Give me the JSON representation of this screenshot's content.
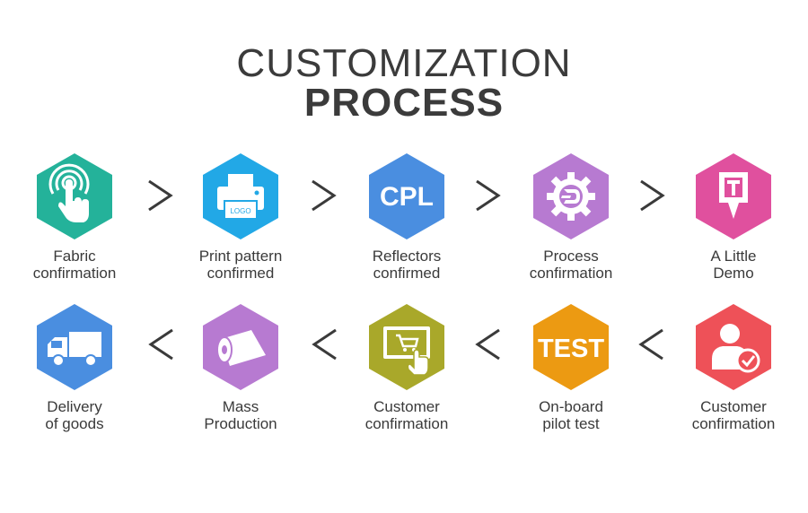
{
  "title": {
    "line1": "CUSTOMIZATION",
    "line2": "PROCESS"
  },
  "steps": [
    {
      "line1": "Fabric",
      "line2": "confirmation",
      "color": "#24b29a",
      "icon": "touch-icon"
    },
    {
      "line1": "Print pattern",
      "line2": "confirmed",
      "color": "#22a8e6",
      "icon": "printer-icon",
      "icon_text": "LOGO"
    },
    {
      "line1": "Reflectors",
      "line2": "confirmed",
      "color": "#4a8ee0",
      "icon": "cpl-text-icon",
      "icon_text": "CPL"
    },
    {
      "line1": "Process",
      "line2": "confirmation",
      "color": "#b77ad1",
      "icon": "gear-icon"
    },
    {
      "line1": "A Little",
      "line2": "Demo",
      "color": "#e0509e",
      "icon": "map-pin-icon"
    },
    {
      "line1": "Delivery",
      "line2": "of goods",
      "color": "#4a8ee0",
      "icon": "truck-icon"
    },
    {
      "line1": "Mass",
      "line2": "Production",
      "color": "#b77ad1",
      "icon": "fabric-roll-icon"
    },
    {
      "line1": "Customer",
      "line2": "confirmation",
      "color": "#a9a82a",
      "icon": "monitor-cart-icon"
    },
    {
      "line1": "On-board",
      "line2": "pilot test",
      "color": "#ec9a12",
      "icon": "test-text-icon",
      "icon_text": "TEST"
    },
    {
      "line1": "Customer",
      "line2": "confirmation",
      "color": "#ee5158",
      "icon": "user-check-icon"
    }
  ]
}
